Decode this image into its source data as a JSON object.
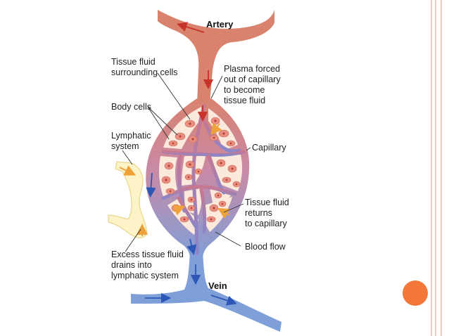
{
  "diagram": {
    "labels": {
      "artery": "Artery",
      "vein": "Vein",
      "tissue_fluid_surrounding": [
        "Tissue fluid",
        "surrounding cells"
      ],
      "plasma_forced": [
        "Plasma forced",
        "out of capillary",
        "to become",
        "tissue fluid"
      ],
      "body_cells": "Body cells",
      "lymphatic_system": [
        "Lymphatic",
        "system"
      ],
      "capillary": "Capillary",
      "tissue_fluid_returns": [
        "Tissue fluid",
        "returns",
        "to capillary"
      ],
      "blood_flow": "Blood flow",
      "excess_tissue_fluid": [
        "Excess tissue fluid",
        "drains into",
        "lymphatic system"
      ]
    },
    "colors": {
      "artery": "#d9826e",
      "vein": "#7f9fd8",
      "tissue": "#fbe9dc",
      "cell": "#e98f7f",
      "nucleus": "#b8413a",
      "lymph": "#fdf3c8",
      "lymph_edge": "#e8d68e",
      "arrow_red": "#c8332a",
      "arrow_blue": "#2d57b7",
      "arrow_orange": "#f0a23a",
      "border_pink": "#f2b5a8",
      "accent_circle": "#f4773a"
    }
  }
}
